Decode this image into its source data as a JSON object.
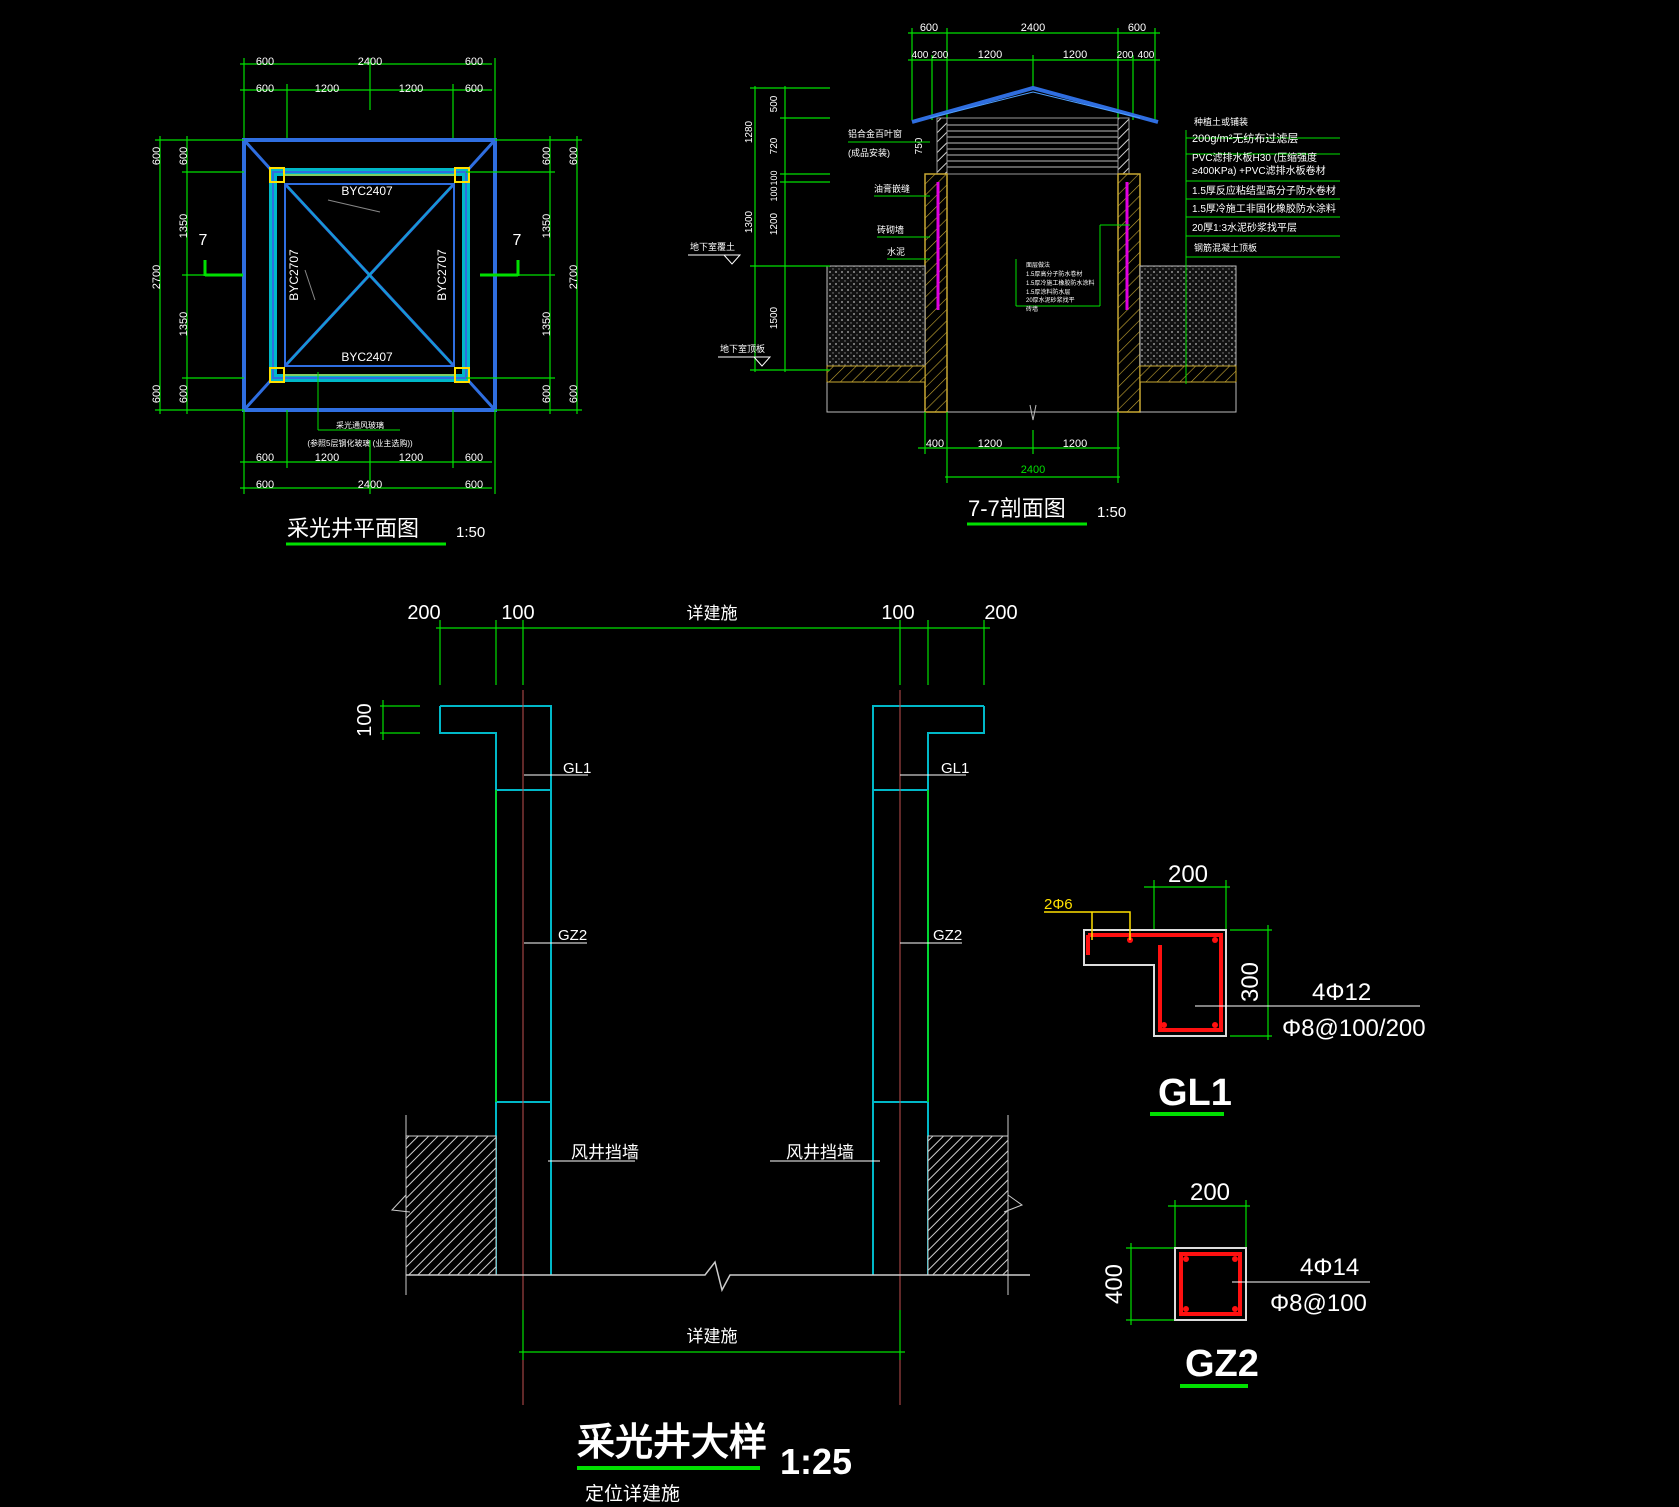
{
  "colors": {
    "background": "#000000",
    "dim": "#00e000",
    "wall": "#00b8c8",
    "wall_blue": "#2f6ee0",
    "text": "#ffffff",
    "rebar": "#ff1010",
    "callout": "#ffe000",
    "axis": "#c05050",
    "membrane": "#e000e0",
    "insulation": "#c8a832"
  },
  "plan": {
    "title": "采光井平面图",
    "scale": "1:50",
    "dims_top_outer": [
      "600",
      "2400",
      "600"
    ],
    "dims_top_inner": [
      "600",
      "1200",
      "1200",
      "600"
    ],
    "dims_bottom_inner": [
      "600",
      "1200",
      "1200",
      "600"
    ],
    "dims_bottom_outer": [
      "600",
      "2400",
      "600"
    ],
    "dims_left_outer": [
      "600",
      "2700",
      "600"
    ],
    "dims_left_inner": [
      "600",
      "1350",
      "1350",
      "600"
    ],
    "dims_right_inner": [
      "600",
      "1350",
      "1350",
      "600"
    ],
    "dims_right_outer": [
      "600",
      "2700",
      "600"
    ],
    "section_mark": "7",
    "frame_top": "BYC2407",
    "frame_bottom": "BYC2407",
    "frame_left": "BYC2707",
    "frame_right": "BYC2707",
    "note_line1": "采光通风玻璃",
    "note_line2": "(参照5层钢化玻璃 (业主选购))"
  },
  "section": {
    "title": "7-7剖面图",
    "scale": "1:50",
    "dims_top_outer": [
      "600",
      "2400",
      "600"
    ],
    "dims_top_inner": [
      "400",
      "200",
      "1200",
      "1200",
      "200",
      "400"
    ],
    "dims_bottom": [
      "400",
      "1200",
      "1200"
    ],
    "dim_bottom_total": "2400",
    "dims_left_outer": [
      "1280",
      "1300",
      "1500"
    ],
    "dims_left_inner": [
      "500",
      "720",
      "100",
      "100",
      "1200"
    ],
    "dim_louver": "750",
    "left_labels": [
      "铝合金百叶窗",
      "(成品安装)",
      "油膏嵌缝",
      "砖砌墙",
      "水泥"
    ],
    "level_labels": [
      "地下室覆土",
      "地下室顶板"
    ],
    "right_notes": [
      "种植土或铺装",
      "200g/m²无纺布过滤层",
      "PVC滤排水板H30 (压缩强度",
      "≥400KPa) +PVC滤排水板卷材",
      "1.5厚反应粘结型高分子防水卷材",
      "1.5厚冷施工非固化橡胶防水涂料",
      "20厚1:3水泥砂浆找平层",
      "钢筋混凝土顶板"
    ],
    "middle_notes": [
      "面层做法",
      "1.5厚高分子防水卷材",
      "1.5厚冷施工橡胶防水涂料",
      "1.5厚涂料防水层",
      "20厚水泥砂浆找平",
      "砖墙"
    ]
  },
  "detail": {
    "title": "采光井大样",
    "scale": "1:25",
    "subtitle": "定位详建施",
    "dims_top": [
      "200",
      "100",
      "详建施",
      "100",
      "200"
    ],
    "dim_cap": "100",
    "dim_bottom": "详建施",
    "label_gl1_left": "GL1",
    "label_gl1_right": "GL1",
    "label_gz2_left": "GZ2",
    "label_gz2_right": "GZ2",
    "label_wall_left": "风井挡墙",
    "label_wall_right": "风井挡墙"
  },
  "gl1": {
    "title": "GL1",
    "width": "200",
    "height": "300",
    "callout": "2Φ6",
    "main_bars": "4Φ12",
    "stirrups": "Φ8@100/200"
  },
  "gz2": {
    "title": "GZ2",
    "width": "200",
    "height": "400",
    "main_bars": "4Φ14",
    "stirrups": "Φ8@100"
  }
}
